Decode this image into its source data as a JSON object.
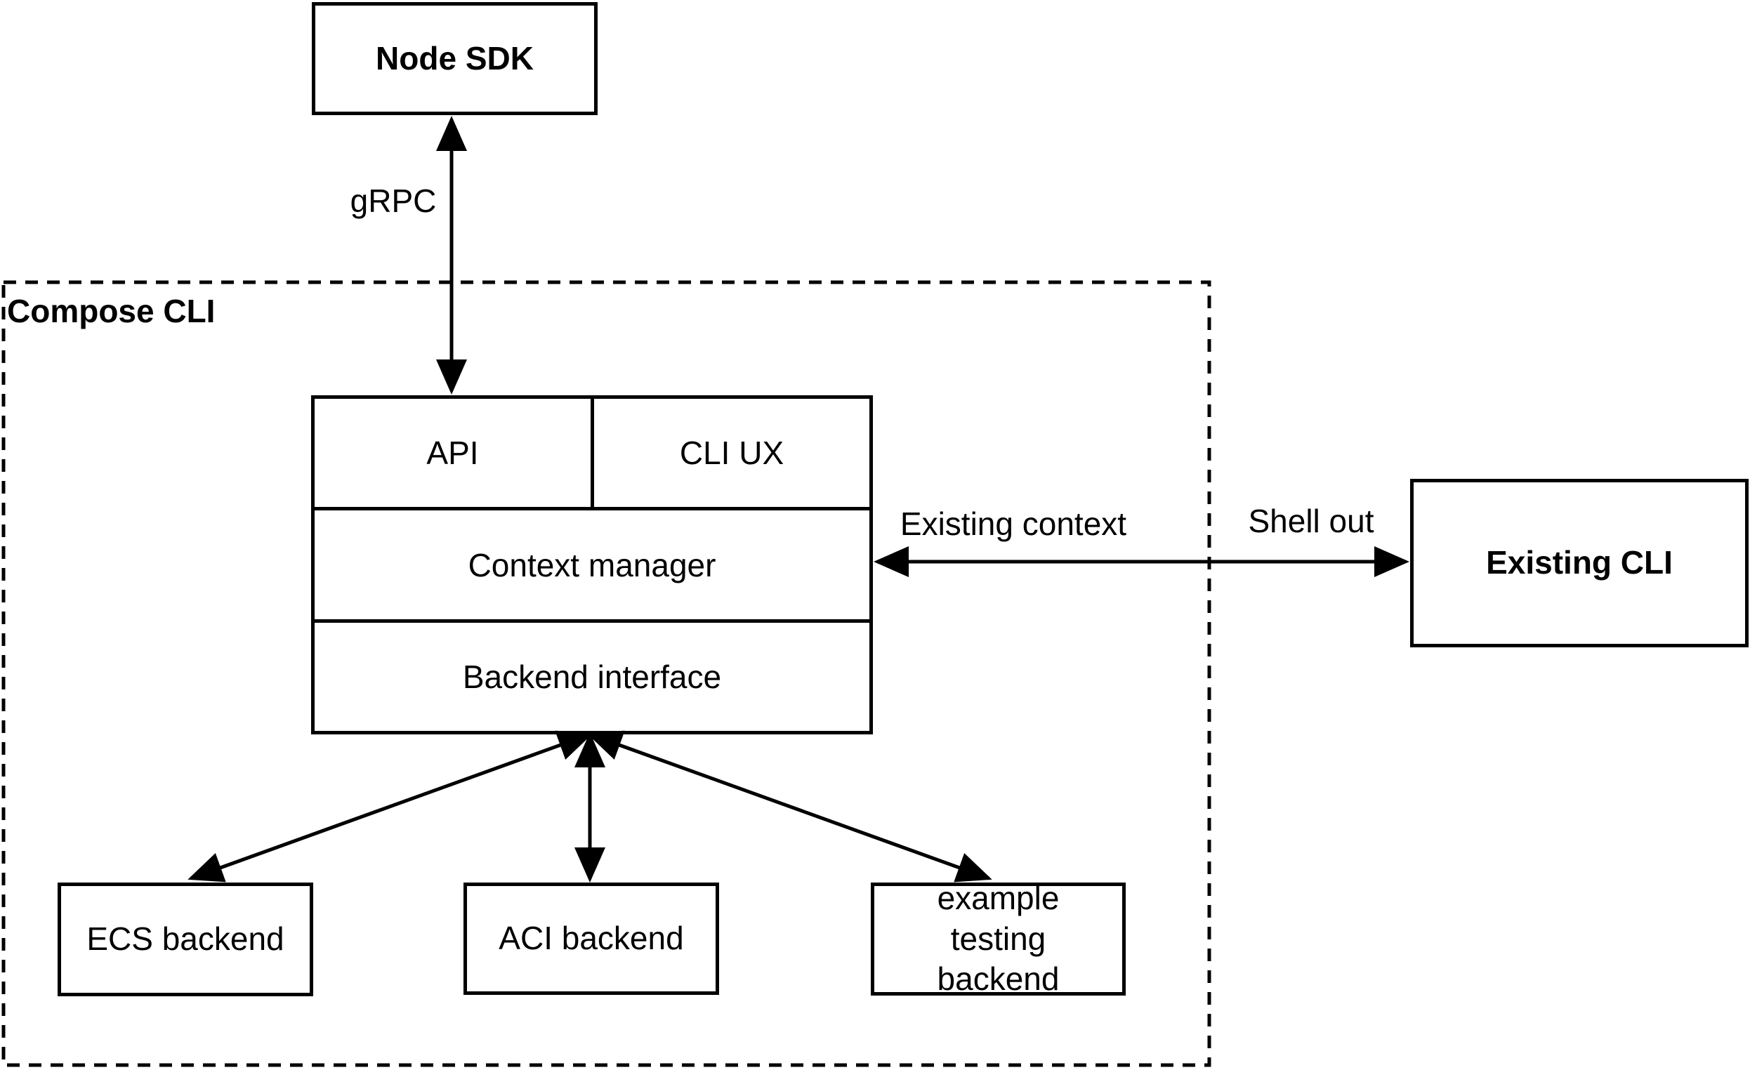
{
  "diagram": {
    "container": {
      "label": "Compose CLI"
    },
    "nodes": {
      "node_sdk": {
        "label": "Node SDK"
      },
      "api": {
        "label": "API"
      },
      "cli_ux": {
        "label": "CLI UX"
      },
      "context_manager": {
        "label": "Context manager"
      },
      "backend_interface": {
        "label": "Backend interface"
      },
      "existing_cli": {
        "label": "Existing CLI"
      },
      "ecs_backend": {
        "label": "ECS backend"
      },
      "aci_backend": {
        "label": "ACI backend"
      },
      "example_testing_backend": {
        "label": "example testing backend"
      }
    },
    "edges": {
      "grpc": {
        "label": "gRPC",
        "from": "node_sdk",
        "to": "api",
        "style": "double-arrow"
      },
      "existing_context": {
        "label": "Existing context",
        "from": "existing_cli",
        "to": "context_manager",
        "style": "double-arrow"
      },
      "shell_out": {
        "label": "Shell out",
        "from": "context_manager",
        "to": "existing_cli",
        "style": "double-arrow"
      },
      "backend_to_ecs": {
        "from": "backend_interface",
        "to": "ecs_backend",
        "style": "double-arrow"
      },
      "backend_to_aci": {
        "from": "backend_interface",
        "to": "aci_backend",
        "style": "double-arrow"
      },
      "backend_to_example_testing": {
        "from": "backend_interface",
        "to": "example_testing_backend",
        "style": "double-arrow"
      }
    },
    "colors": {
      "stroke": "#000000",
      "background": "#ffffff",
      "text": "#000000"
    }
  }
}
